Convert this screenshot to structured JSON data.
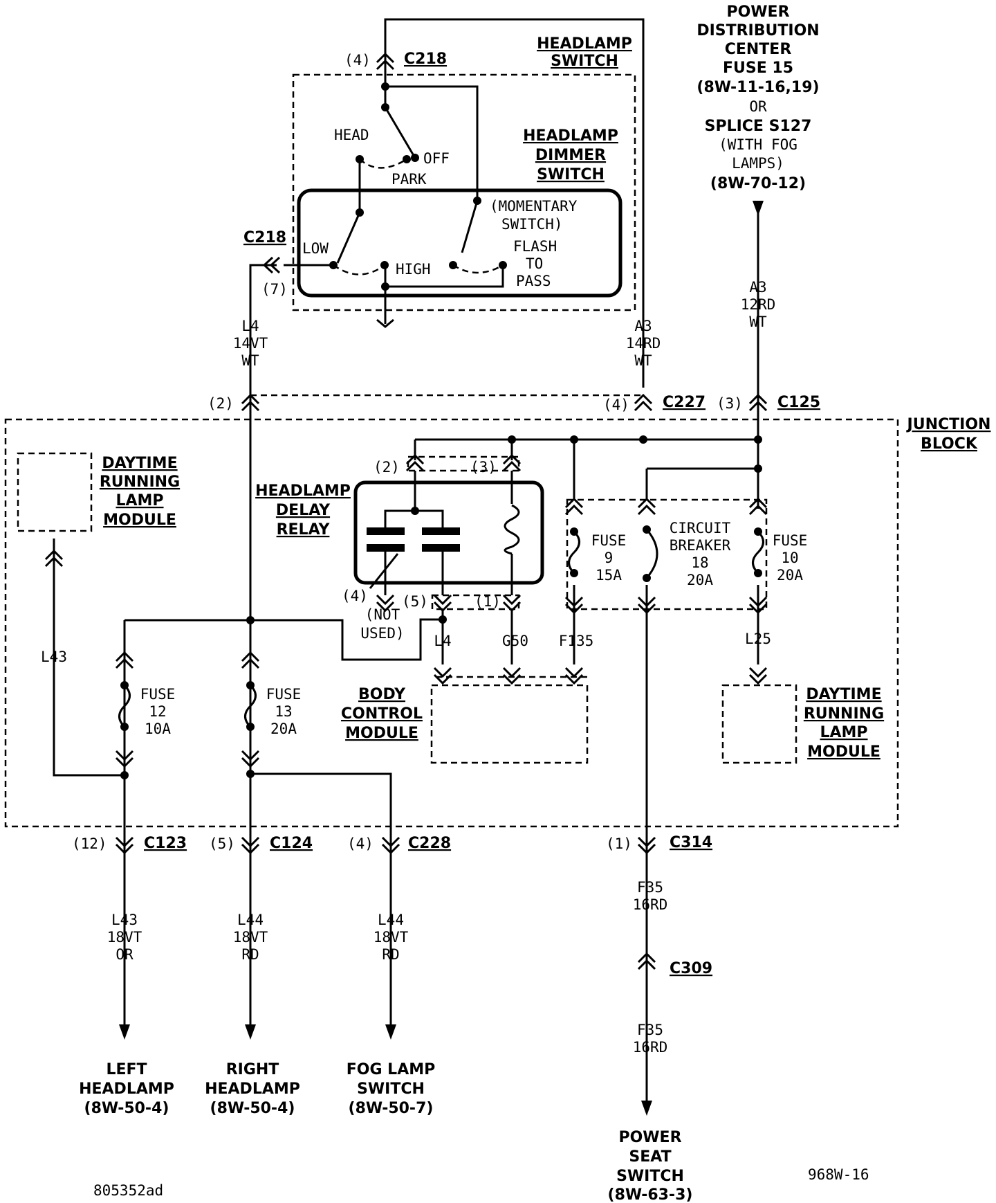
{
  "components": {
    "headlamp_switch": [
      "HEADLAMP",
      "SWITCH"
    ],
    "headlamp_dimmer_switch": [
      "HEADLAMP",
      "DIMMER",
      "SWITCH"
    ],
    "switch_head": "HEAD",
    "switch_off": "OFF",
    "switch_park": "PARK",
    "dimmer_low": "LOW",
    "dimmer_high": "HIGH",
    "momentary_switch": [
      "(MOMENTARY",
      "SWITCH)"
    ],
    "flash_to_pass": [
      "FLASH",
      "TO",
      "PASS"
    ],
    "power_distribution": [
      "POWER",
      "DISTRIBUTION",
      "CENTER",
      "FUSE 15",
      "(8W-11-16,19)"
    ],
    "pd_or": "OR",
    "splice": "SPLICE S127",
    "splice_note": [
      "(WITH FOG",
      "LAMPS)"
    ],
    "splice_ref": "(8W-70-12)",
    "junction_block": [
      "JUNCTION",
      "BLOCK"
    ],
    "drl_module_left": [
      "DAYTIME",
      "RUNNING",
      "LAMP",
      "MODULE"
    ],
    "drl_module_right": [
      "DAYTIME",
      "RUNNING",
      "LAMP",
      "MODULE"
    ],
    "headlamp_delay_relay": [
      "HEADLAMP",
      "DELAY",
      "RELAY"
    ],
    "not_used": [
      "(NOT",
      "USED)"
    ],
    "body_control_module": [
      "BODY",
      "CONTROL",
      "MODULE"
    ],
    "fuse_9": [
      "FUSE",
      "9",
      "15A"
    ],
    "circuit_breaker_18": [
      "CIRCUIT",
      "BREAKER",
      "18",
      "20A"
    ],
    "fuse_10": [
      "FUSE",
      "10",
      "20A"
    ],
    "fuse_12": [
      "FUSE",
      "12",
      "10A"
    ],
    "fuse_13": [
      "FUSE",
      "13",
      "20A"
    ]
  },
  "connectors": {
    "c218_top": "C218",
    "c218_top_pin": "(4)",
    "c218_left": "C218",
    "c218_left_pin": "(7)",
    "c227": "C227",
    "c227_pin": "(4)",
    "c125": "C125",
    "c125_pin": "(3)",
    "jb_pin_2": "(2)",
    "relay_pin_2": "(2)",
    "relay_pin_3": "(3)",
    "relay_pin_4": "(4)",
    "relay_pin_5": "(5)",
    "relay_pin_1": "(1)",
    "c123": "C123",
    "c123_pin": "(12)",
    "c124": "C124",
    "c124_pin": "(5)",
    "c228": "C228",
    "c228_pin": "(4)",
    "c314": "C314",
    "c314_pin": "(1)",
    "c309": "C309"
  },
  "wires": {
    "l4_top": [
      "L4",
      "14VT",
      "WT"
    ],
    "a3_left": [
      "A3",
      "14RD",
      "WT"
    ],
    "a3_right": [
      "A3",
      "12RD",
      "WT"
    ],
    "l43_mid": "L43",
    "l4_bcm": "L4",
    "g50": "G50",
    "f135": "F135",
    "l25": "L25",
    "l43_out": [
      "L43",
      "18VT",
      "OR"
    ],
    "l44_right": [
      "L44",
      "18VT",
      "RD"
    ],
    "l44_fog": [
      "L44",
      "18VT",
      "RD"
    ],
    "f35_a": [
      "F35",
      "16RD"
    ],
    "f35_b": [
      "F35",
      "16RD"
    ]
  },
  "destinations": {
    "left_headlamp": [
      "LEFT",
      "HEADLAMP",
      "(8W-50-4)"
    ],
    "right_headlamp": [
      "RIGHT",
      "HEADLAMP",
      "(8W-50-4)"
    ],
    "fog_lamp_switch": [
      "FOG LAMP",
      "SWITCH",
      "(8W-50-7)"
    ],
    "power_seat_switch": [
      "POWER",
      "SEAT",
      "SWITCH",
      "(8W-63-3)"
    ]
  },
  "footer": {
    "left_code": "805352ad",
    "right_code": "968W-16"
  }
}
